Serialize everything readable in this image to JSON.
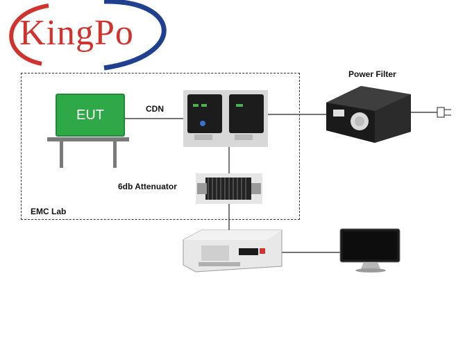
{
  "logo": {
    "text": "KingPo",
    "color": "#d0322e",
    "swoosh_color": "#1f3f8f"
  },
  "labels": {
    "eut": "EUT",
    "cdn": "CDN",
    "power_filter": "Power Filter",
    "attenuator": "6db Attenuator",
    "emc_lab": "EMC Lab"
  },
  "colors": {
    "eut_fill": "#2fa847",
    "table": "#7a7a7a"
  }
}
